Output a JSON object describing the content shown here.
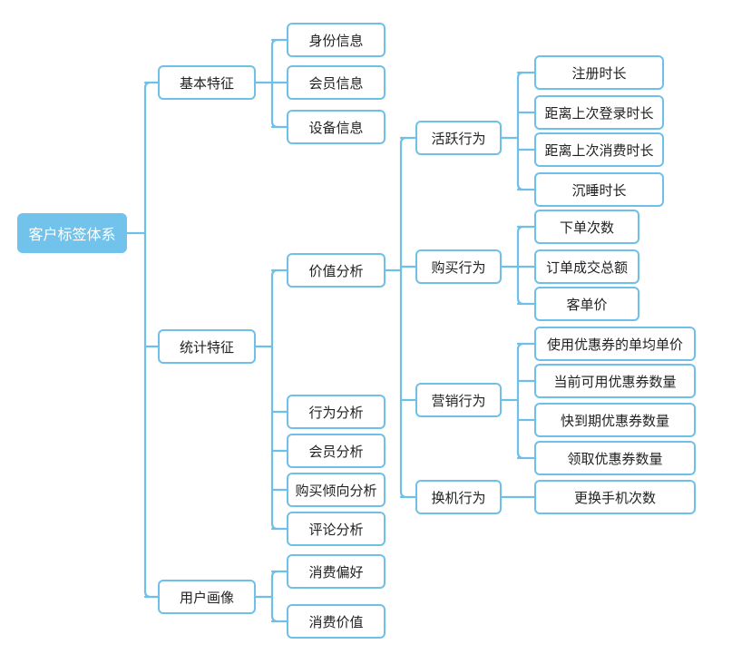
{
  "colors": {
    "line": "#6fc0e8",
    "root_fill": "#72c3ec",
    "root_text": "#ffffff",
    "node_border": "#6fc0e8",
    "node_text": "#222222"
  },
  "tree": {
    "root": {
      "label": "客户标签体系"
    },
    "basic": {
      "label": "基本特征",
      "children": [
        {
          "label": "身份信息"
        },
        {
          "label": "会员信息"
        },
        {
          "label": "设备信息"
        }
      ]
    },
    "stats": {
      "label": "统计特征",
      "children": [
        {
          "label": "价值分析"
        },
        {
          "label": "行为分析"
        },
        {
          "label": "会员分析"
        },
        {
          "label": "购买倾向分析"
        },
        {
          "label": "评论分析"
        }
      ]
    },
    "persona": {
      "label": "用户画像",
      "children": [
        {
          "label": "消费偏好"
        },
        {
          "label": "消费价值"
        }
      ]
    },
    "value_groups": [
      {
        "label": "活跃行为",
        "children": [
          {
            "label": "注册时长"
          },
          {
            "label": "距离上次登录时长"
          },
          {
            "label": "距离上次消费时长"
          },
          {
            "label": "沉睡时长"
          }
        ]
      },
      {
        "label": "购买行为",
        "children": [
          {
            "label": "下单次数"
          },
          {
            "label": "订单成交总额"
          },
          {
            "label": "客单价"
          }
        ]
      },
      {
        "label": "营销行为",
        "children": [
          {
            "label": "使用优惠券的单均单价"
          },
          {
            "label": "当前可用优惠券数量"
          },
          {
            "label": "快到期优惠券数量"
          },
          {
            "label": "领取优惠券数量"
          }
        ]
      },
      {
        "label": "换机行为",
        "children": [
          {
            "label": "更换手机次数"
          }
        ]
      }
    ]
  }
}
